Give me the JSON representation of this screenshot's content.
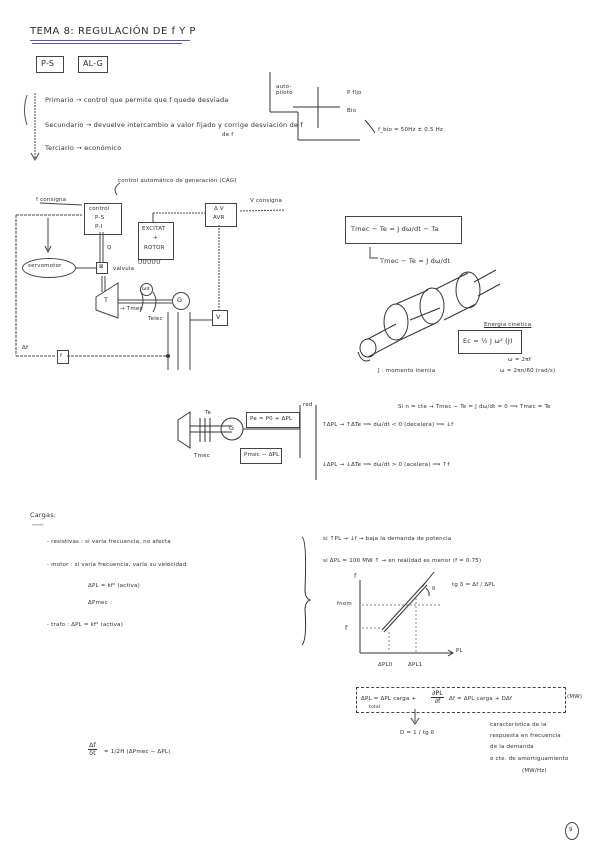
{
  "page": {
    "title": "TEMA 8: REGULACIÓN DE f Y P",
    "tags": [
      "P-S",
      "AL-G"
    ],
    "page_number": "9"
  },
  "control_levels": {
    "primary": "Primario → control que permite que f quede desviada",
    "secondary": "Secundario → devuelve intercambio a valor fijado y corrige desviación de f",
    "secondary_cont": "de f",
    "tertiary": "Terciario → económico",
    "side_label": "auto-piloto",
    "chart_labels": {
      "p_fijo": "P fijo",
      "bio": "Bio",
      "formula": "f_bio = 50Hz ± 0.5 Hz"
    }
  },
  "block_diagram": {
    "cag_label": "control automático de generación (CAG)",
    "consigna_f": "f consigna",
    "consigna_v": "V consigna",
    "control_ps": [
      "control",
      "P-S",
      "P-I"
    ],
    "excitatriz": [
      "EXCITAT",
      "+",
      "ROTOR"
    ],
    "avr": [
      "Δ V",
      "AVR"
    ],
    "servomotor": "servomotor",
    "valve": "válvula",
    "q": "Q",
    "turbine": "T",
    "generator": "G",
    "voltage_block": "V",
    "omega": "ωs",
    "tmec": "→ Tmec",
    "telec": "Telec",
    "delta_f": "Δf",
    "freq_block": "f"
  },
  "equations": {
    "swing": "Tmec − Te = J dω/dt − Ta",
    "swing_simplified": "Tmec − Te = J dω/dt",
    "kinetic_title": "Energía cinética",
    "kinetic": "Ec = ½ J ω² (J)",
    "omega_def": "ω = 2πf",
    "omega_rpm": "ω = 2πn/60 (rad/s)",
    "inertia_label": "J · momento inercia",
    "steady_state": "Si n = cte → Tmec − Te = J dω/dt = 0 ⟹ Tmec = Te"
  },
  "shaft_diagram": {
    "te_label": "Te",
    "tmec_label": "Tmec",
    "pe_box": "Pe = P0 + ΔPL",
    "pm_box": "Pmec − ΔPL",
    "red_label": "red",
    "case_up": "↑ΔPL → ↑ΔTe ⟹ dω/dt < 0 (decelera) ⟹ ↓f",
    "case_down": "↓ΔPL → ↓ΔTe ⟹ dω/dt > 0 (acelera) ⟹ ↑f"
  },
  "loads": {
    "heading": "Cargas:",
    "resistive": "- resistivas : si varía frecuencia, no afecta",
    "motor": "- motor : si varía frecuencia, varía su velocidad",
    "motor_eq1": "ΔPL = kf² (activa)",
    "motor_eq2": "ΔPmec",
    "trafo": "- trafo : ΔPL = kf² (activa)"
  },
  "droop": {
    "line1": "si ↑PL → ↓f → baja la demanda de potencia",
    "line2": "si ΔPL = 100 MW ↑ → en realidad es menor (f = 0.75)",
    "tan_formula": "tg δ = Δf / ΔPL",
    "chart_y_axis": "f",
    "chart_x_axis": "PL",
    "y_tick_top": "fnom",
    "y_tick_bottom": "f",
    "x_tick_1": "ΔPL0",
    "x_tick_2": "ΔPL1",
    "angle_label": "δ",
    "box_eq_left": "ΔPL = ΔPL carga +",
    "box_eq_frac_num": "∂PL",
    "box_eq_frac_den": "∂f",
    "box_eq_right": "Δf = ΔPL carga + DΔf",
    "box_eq_units": "(MW)",
    "box_eq_sub": "total",
    "d_def": "D = 1 / tg δ",
    "d_desc": [
      "característica de la",
      "respuesta en frecuencia",
      "de la demanda",
      "o cte. de amortiguamiento",
      "(MW/Hz)"
    ]
  },
  "bottom_eq": {
    "lhs_num": "Δf",
    "lhs_den": "δt",
    "rhs": "= 1/2H (ΔPmec − ΔPL)"
  },
  "chart_data": {
    "type": "line",
    "title": "Característica f–PL (estatismo de la demanda)",
    "xlabel": "PL",
    "ylabel": "f",
    "series": [
      {
        "name": "demanda",
        "x": [
          "ΔPL0",
          "ΔPL1"
        ],
        "values": [
          "f",
          "fnom"
        ]
      }
    ],
    "annotations": [
      "δ",
      "tg δ = Δf / ΔPL"
    ]
  }
}
